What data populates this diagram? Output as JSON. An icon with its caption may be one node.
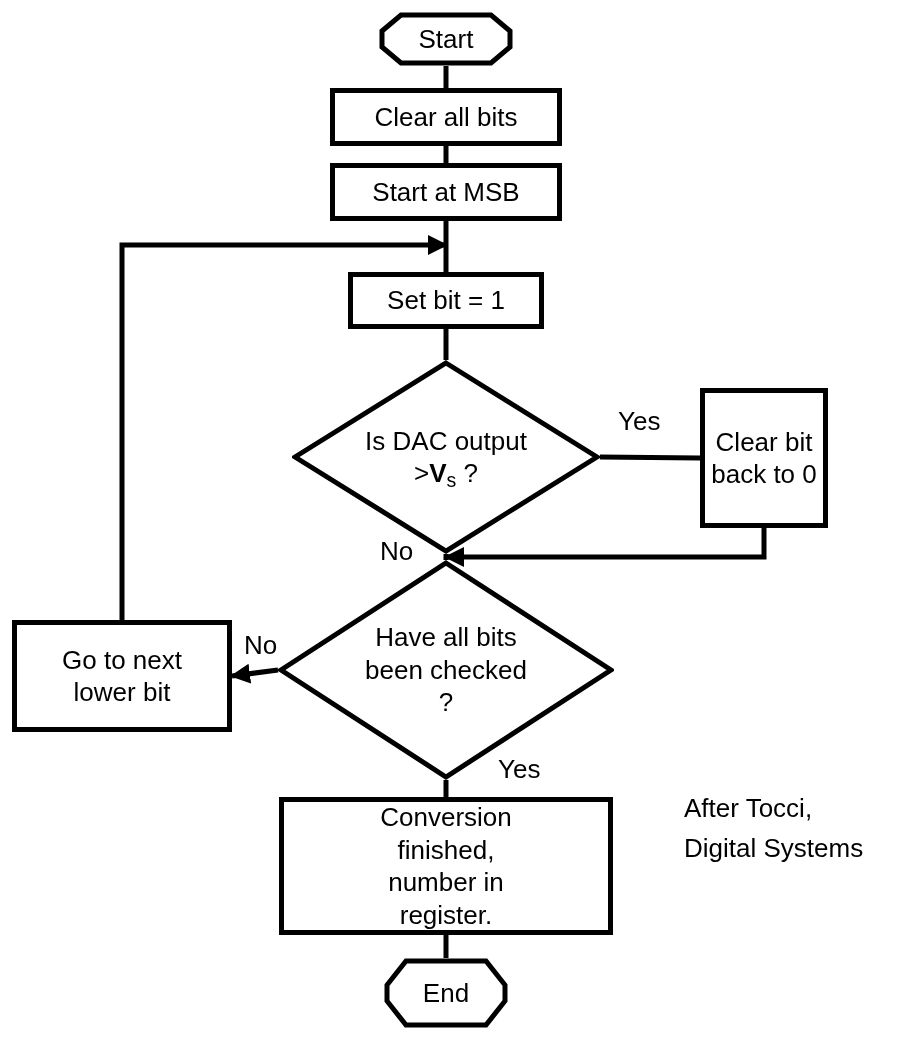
{
  "diagram": {
    "nodes": [
      {
        "text": [
          "Start"
        ]
      },
      {
        "text": [
          "Clear all bits"
        ]
      },
      {
        "text": [
          "Start at MSB"
        ]
      },
      {
        "text": [
          "Set bit = 1"
        ]
      },
      {
        "text": [
          "Is DAC output >**V**$_{s}$ ?"
        ]
      },
      {
        "text": [
          "Clear bit back to 0"
        ]
      },
      {
        "text": [
          "Have all bits been checked ?"
        ]
      },
      {
        "text": [
          "Go to next lower bit"
        ]
      },
      {
        "text": [
          "Conversion finished, number in register."
        ]
      },
      {
        "text": [
          "End"
        ]
      }
    ],
    "edges": [
      {
        "from": 0,
        "to": 1,
        "arrow": "none"
      },
      {
        "from": 1,
        "to": 2,
        "arrow": "none"
      },
      {
        "from": 2,
        "to": 3,
        "arrow": "none"
      },
      {
        "from": 3,
        "to": 4,
        "arrow": "none"
      },
      {
        "from": 4,
        "to": 5,
        "arrow": "none",
        "label": "Yes"
      },
      {
        "from": 5,
        "to": 6,
        "arrow": "to"
      },
      {
        "from": 4,
        "to": 6,
        "arrow": "none",
        "label": "No"
      },
      {
        "from": 6,
        "to": 7,
        "arrow": "to",
        "label": "No"
      },
      {
        "from": 7,
        "to": 3,
        "arrow": "to"
      },
      {
        "from": 6,
        "to": 8,
        "arrow": "none",
        "label": "Yes"
      },
      {
        "from": 8,
        "to": 9,
        "arrow": "none"
      }
    ],
    "labels": [
      "After Tocci, Digital Systems"
    ]
  }
}
